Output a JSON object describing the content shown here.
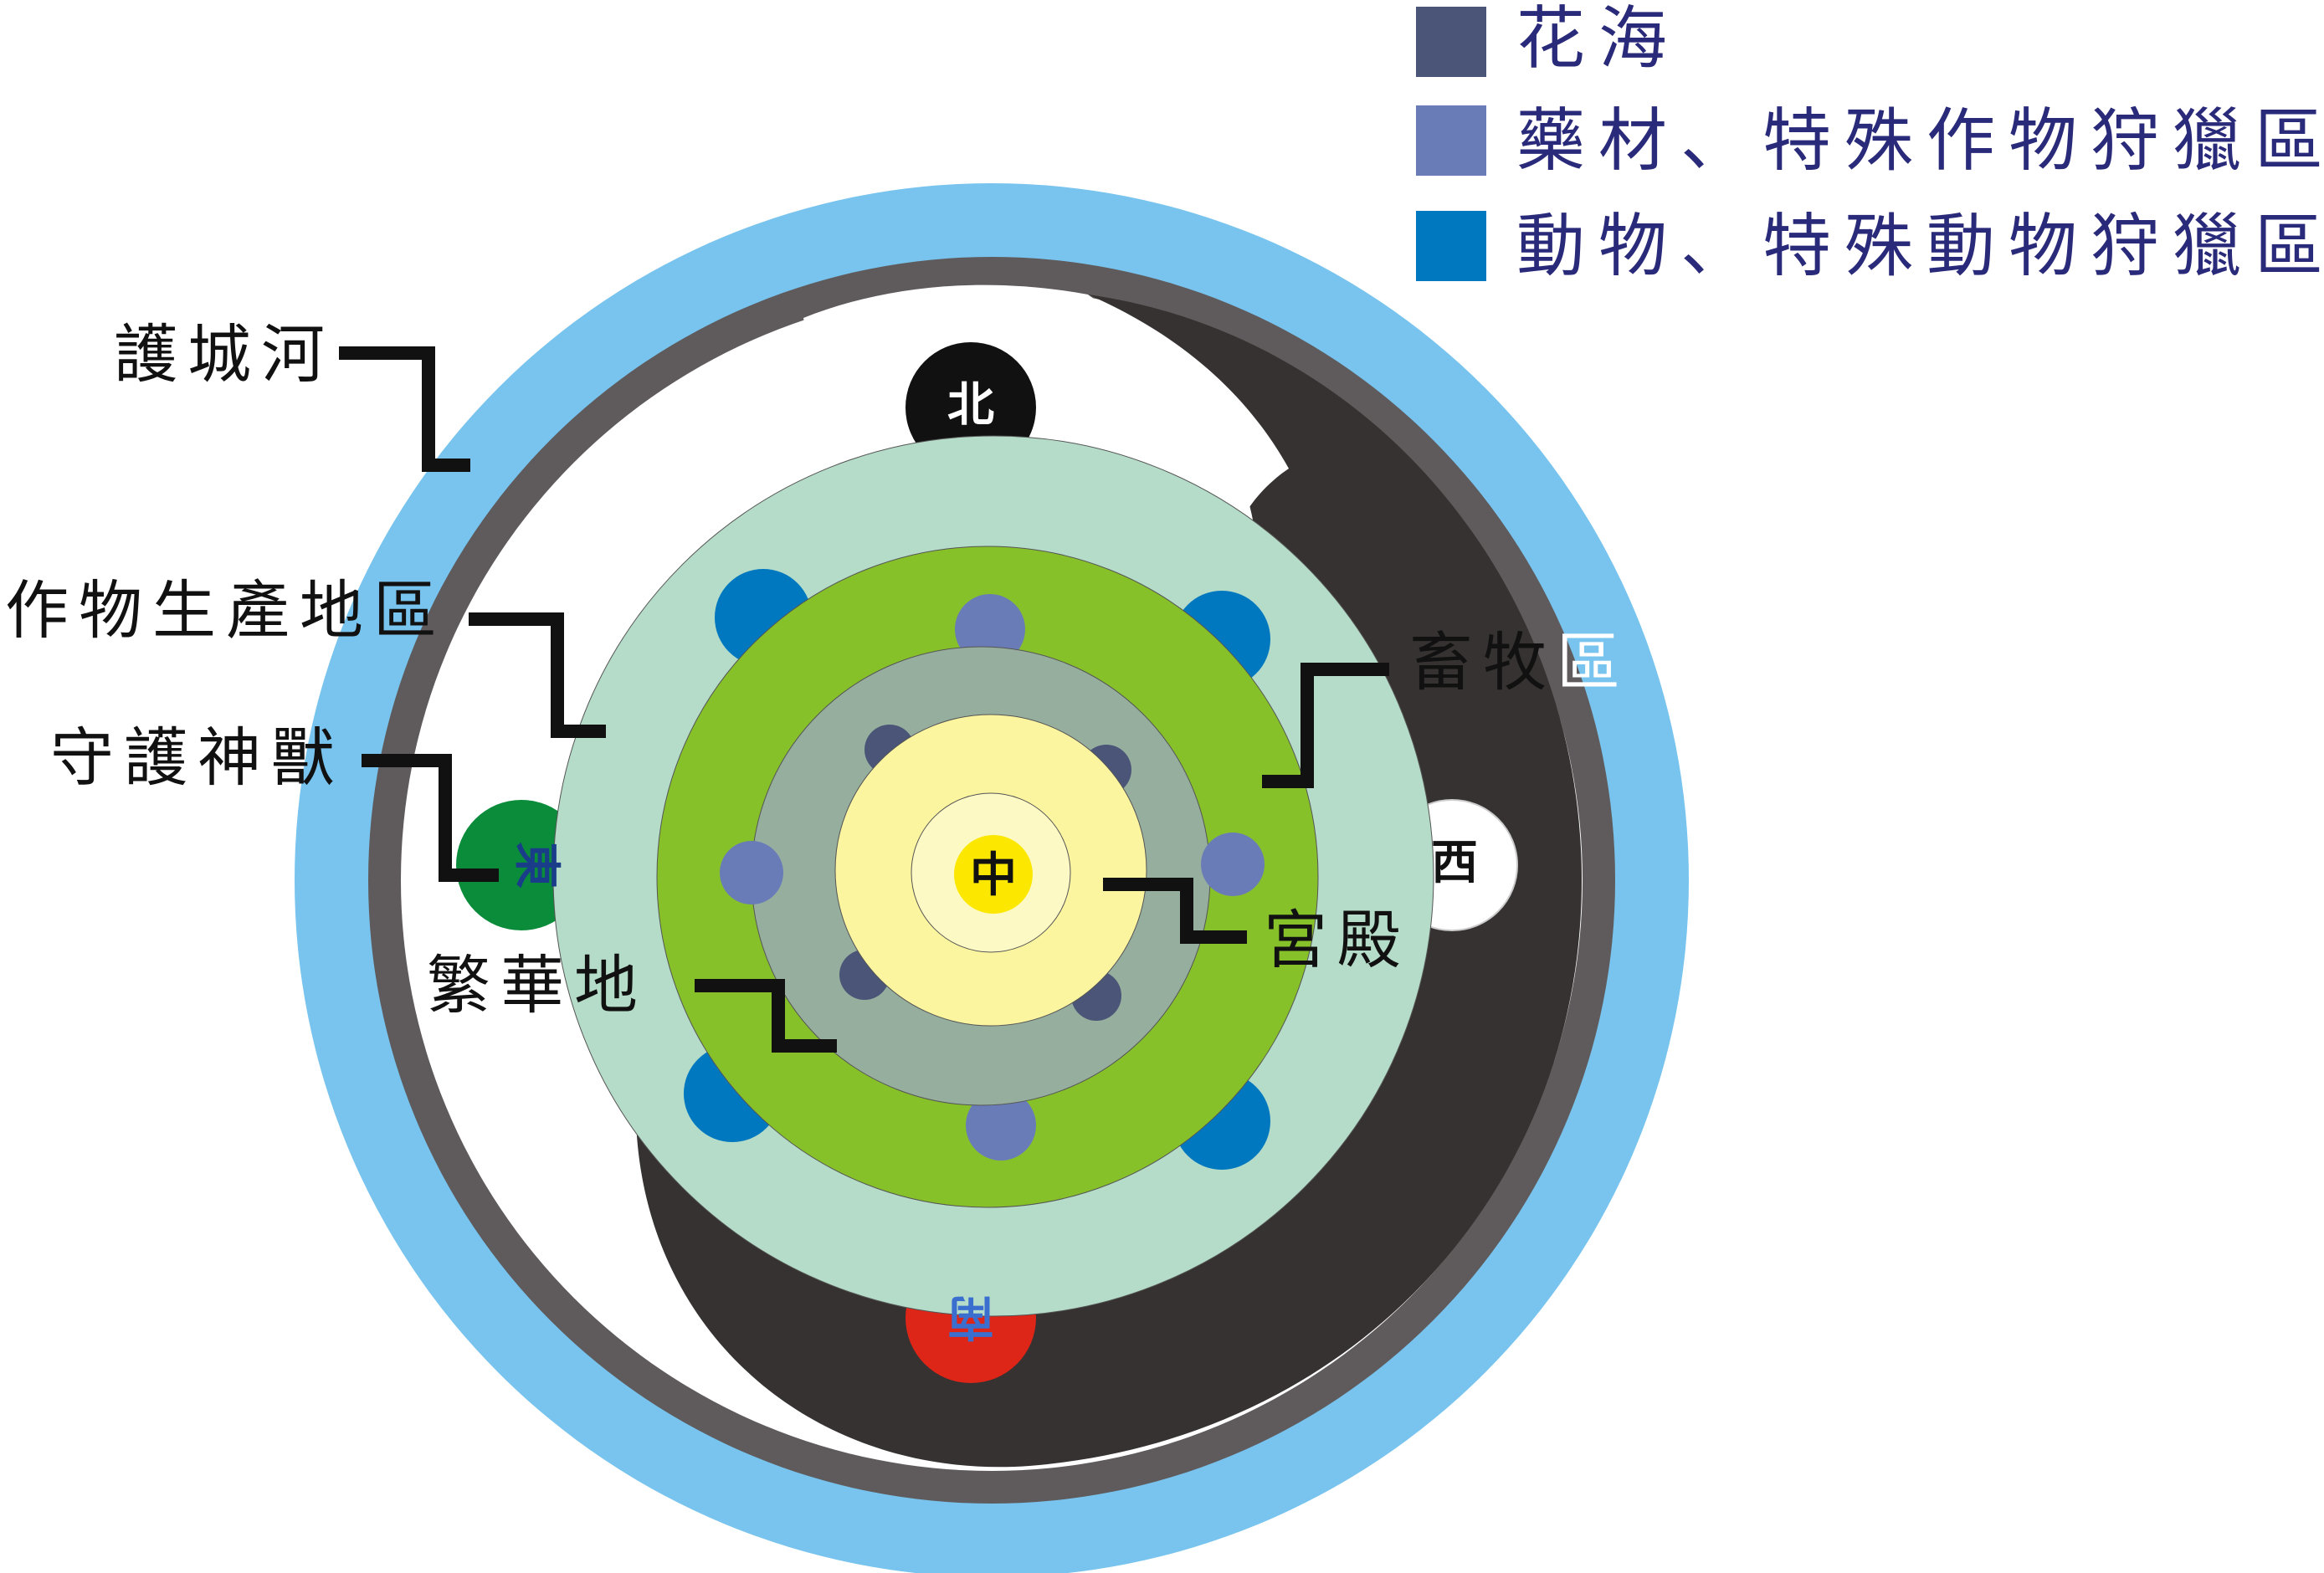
{
  "legend": [
    {
      "label": "花海",
      "color": "#4a5577"
    },
    {
      "label": "藥材、特殊作物狩獵區",
      "color": "#6a7cb8"
    },
    {
      "label": "動物、特殊動物狩獵區",
      "color": "#0078c0"
    }
  ],
  "labels": {
    "moat": "護城河",
    "crop_area": "作物生產地區",
    "guardian": "守護神獸",
    "prosperous": "繁華地",
    "livestock_a": "畜牧",
    "livestock_b": "區",
    "palace": "宮殿"
  },
  "directions": {
    "north": "北",
    "east": "東",
    "west": "西",
    "south": "南",
    "center": "中"
  },
  "colors": {
    "moat": "#78c4ee",
    "wall": "#5f5b5c",
    "dark": "#353231",
    "crop_ring": "#b4dcc8",
    "green_ring": "#86c12a",
    "gray_ring": "#96ae9e",
    "palace_outer": "#fcf5a0",
    "palace_inner": "#fdf9c4",
    "center": "#fce700",
    "east": "#0b8c3a",
    "south": "#dd2518",
    "north": "#111111"
  }
}
